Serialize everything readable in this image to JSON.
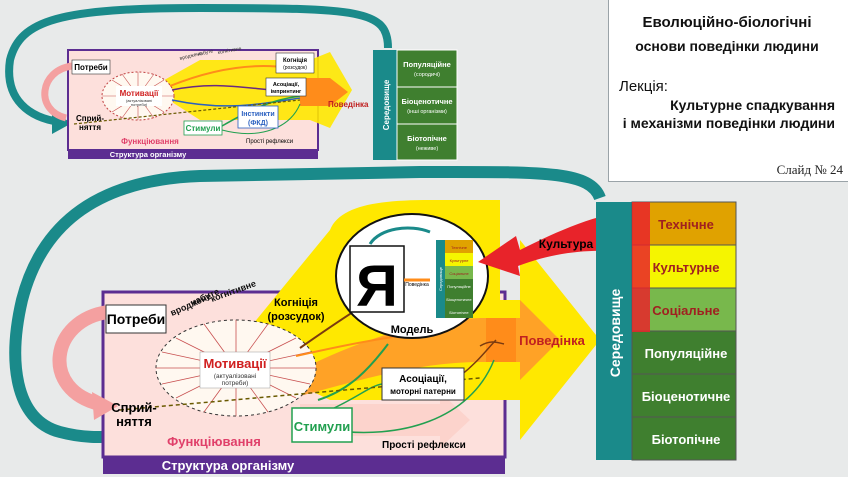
{
  "title": {
    "line1": "Еволюційно-біологічні",
    "line2": "основи поведінки людини",
    "lecture_label": "Лекція:",
    "lecture_title_line1": "Культурне спадкування",
    "lecture_title_line2": "і механізми поведінки людини",
    "slide_number": "Слайд № 24"
  },
  "small_diagram": {
    "needs": "Потреби",
    "perception_l1": "Сприй-",
    "perception_l2": "няття",
    "motivation": "Мотивації",
    "motivation_sub1": "(актуалізовані",
    "motivation_sub2": "потреби)",
    "acquired": "набуте",
    "innate": "вроджене",
    "cognitive": "когнітивне",
    "cognition_l1": "Когніція",
    "cognition_l2": "(розсудок)",
    "assoc_l1": "Асоціації,",
    "assoc_l2": "імпринтинг",
    "instincts_l1": "Інстинкти",
    "instincts_l2": "(ФКД)",
    "stimuli": "Стимули",
    "simple_reflexes": "Прості рефлекси",
    "functioning": "Функціювання",
    "structure": "Структура організму",
    "behavior": "Поведінка",
    "environment": "Середовище",
    "env_items": [
      {
        "l1": "Популяційне",
        "l2": "(сородичі)"
      },
      {
        "l1": "Біоценотичне",
        "l2": "(інші організми)"
      },
      {
        "l1": "Біотопічне",
        "l2": "(неживе)"
      }
    ]
  },
  "big_diagram": {
    "needs": "Потреби",
    "perception_l1": "Сприй-",
    "perception_l2": "няття",
    "motivation": "Мотивації",
    "motivation_sub1": "(актуалізовані",
    "motivation_sub2": "потреби)",
    "acquired": "набуте",
    "innate": "вроджене",
    "cognitive": "когнітивне",
    "cognition_l1": "Когніція",
    "cognition_l2": "(розсудок)",
    "ya": "Я",
    "model": "Модель",
    "model_behavior": "Поведінка",
    "model_env": "Середовище",
    "model_env_items": [
      "Технічне",
      "Культурне",
      "Соціальне",
      "Популяційне",
      "Біоценотичне",
      "Біотопічне"
    ],
    "assoc_l1": "Асоціації,",
    "assoc_l2": "моторні патерни",
    "stimuli": "Стимули",
    "simple_reflexes": "Прості рефлекси",
    "functioning": "Функціювання",
    "structure": "Структура організму",
    "behavior": "Поведінка",
    "culture": "Культура",
    "environment": "Середовище",
    "env_items": [
      "Технічне",
      "Культурне",
      "Соціальне",
      "Популяційне",
      "Біоценотичне",
      "Біотопічне"
    ]
  },
  "colors": {
    "teal": "#1a8a8a",
    "purple": "#5c2d91",
    "env_tech": "#e0a200",
    "env_cult": "#f5f500",
    "env_soc": "#78b84c",
    "env_green": "#3f7f2f",
    "red_arrow": "#e8232a",
    "yellow": "#ffe800",
    "orange": "#ff8c1a"
  }
}
